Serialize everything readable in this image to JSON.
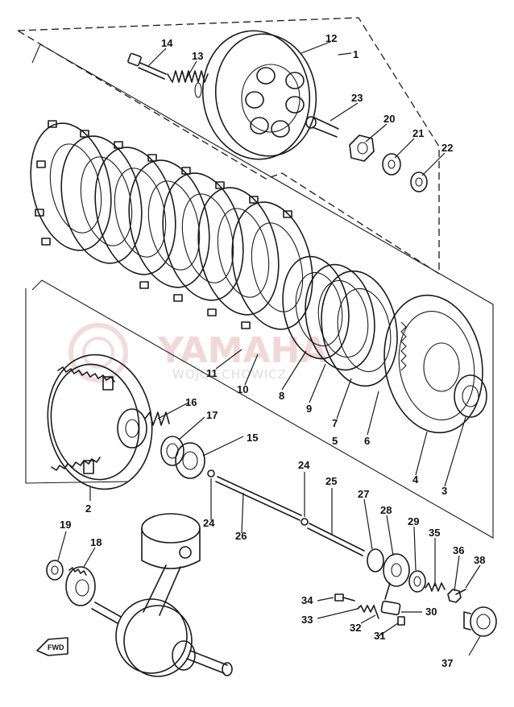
{
  "watermark": {
    "brand": "YAMAHA",
    "tagline": "WOJCIECHOWICZ",
    "color": "#e8b8b8"
  },
  "direction_marker": {
    "text": "FWD"
  },
  "callouts": {
    "c1": "1",
    "c2": "2",
    "c3": "3",
    "c4": "4",
    "c5": "5",
    "c6": "6",
    "c7": "7",
    "c8": "8",
    "c9": "9",
    "c10": "10",
    "c11": "11",
    "c12": "12",
    "c13": "13",
    "c14": "14",
    "c15": "15",
    "c16": "16",
    "c17": "17",
    "c18": "18",
    "c19": "19",
    "c20": "20",
    "c21": "21",
    "c22": "22",
    "c23": "23",
    "c24a": "24",
    "c24b": "24",
    "c25": "25",
    "c26": "26",
    "c27": "27",
    "c28": "28",
    "c29": "29",
    "c30": "30",
    "c31": "31",
    "c32": "32",
    "c33": "33",
    "c34": "34",
    "c35": "35",
    "c36": "36",
    "c37": "37",
    "c38": "38"
  }
}
